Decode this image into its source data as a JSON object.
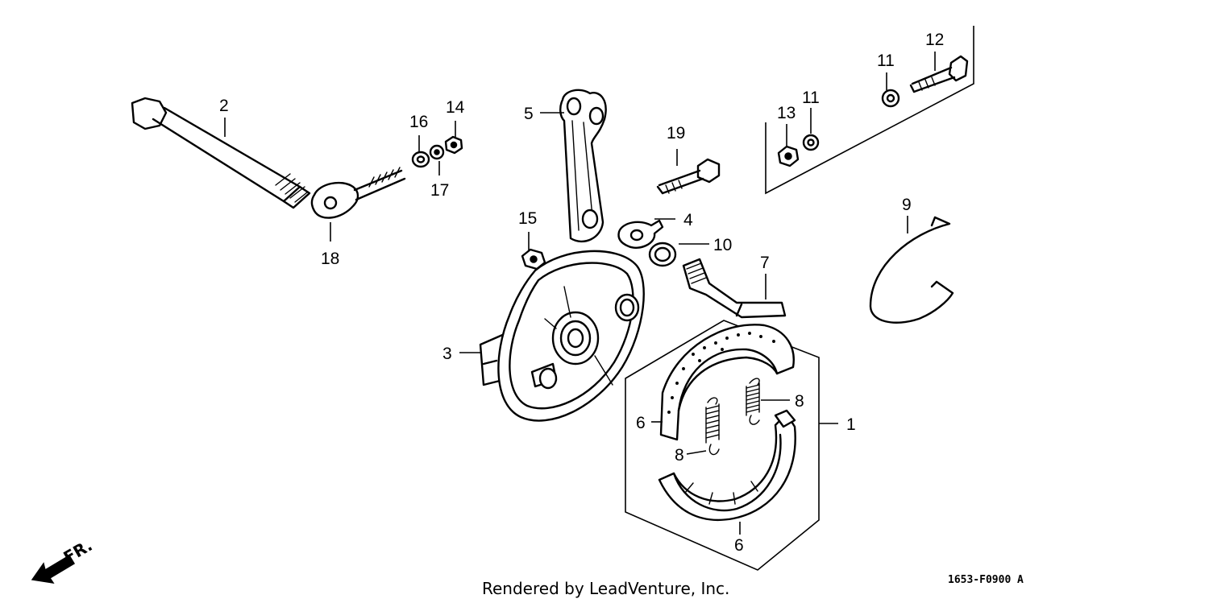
{
  "diagram": {
    "callouts": {
      "c1": "1",
      "c2": "2",
      "c3": "3",
      "c4": "4",
      "c5": "5",
      "c6a": "6",
      "c6b": "6",
      "c7": "7",
      "c8a": "8",
      "c8b": "8",
      "c9": "9",
      "c10": "10",
      "c11a": "11",
      "c11b": "11",
      "c12": "12",
      "c13": "13",
      "c14": "14",
      "c15": "15",
      "c16": "16",
      "c17": "17",
      "c18": "18",
      "c19": "19"
    },
    "front_indicator": "FR.",
    "diagram_code": "1653-F0900",
    "diagram_code_suffix": "A",
    "credit": "Rendered by LeadVenture, Inc."
  }
}
